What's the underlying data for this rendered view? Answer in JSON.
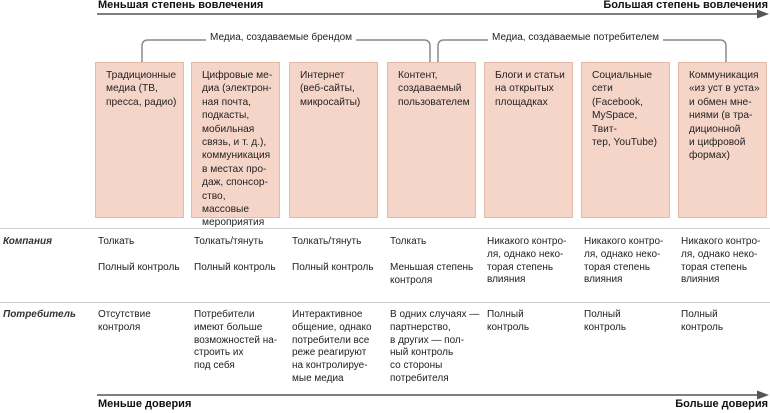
{
  "axis_top": {
    "left": "Меньшая степень вовлечения",
    "right": "Большая степень вовлечения"
  },
  "axis_bottom": {
    "left": "Меньше доверия",
    "right": "Больше доверия"
  },
  "brackets": {
    "brand": "Медиа, создаваемые брендом",
    "consumer": "Медиа, создаваемые потребителем"
  },
  "colors": {
    "cell_fill": "#f6d5c9",
    "cell_border": "#e4b9a8",
    "arrow": "#555555"
  },
  "columns": [
    {
      "lines": [
        "Традиционные",
        "медиа (ТВ,",
        "пресса, радио)"
      ]
    },
    {
      "lines": [
        "Цифровые ме-",
        "диа (электрон-",
        "ная почта,",
        "подкасты,",
        "мобильная",
        "связь, и т. д.),",
        "коммуникация",
        "в местах про-",
        "даж, спонсор-",
        "ство, массовые",
        "мероприятия"
      ]
    },
    {
      "lines": [
        "Интернет",
        "(веб-сайты,",
        "микросайты)"
      ]
    },
    {
      "lines": [
        "Контент,",
        "создаваемый",
        "пользователем"
      ]
    },
    {
      "lines": [
        "Блоги и статьи",
        "на открытых",
        "площадках"
      ]
    },
    {
      "lines": [
        "Социальные",
        "сети",
        "(Facebook,",
        "MySpace, Твит-",
        "тер, YouTube)"
      ]
    },
    {
      "lines": [
        "Коммуникация",
        "«из уст в уста»",
        "и обмен мне-",
        "ниями (в тра-",
        "диционной",
        "и цифровой",
        "формах)"
      ]
    }
  ],
  "rows": {
    "company": {
      "label": "Компания",
      "push": [
        [
          "Толкать"
        ],
        [
          "Толкать/тянуть"
        ],
        [
          "Толкать/тянуть"
        ],
        [
          "Толкать"
        ],
        [
          "Никакого контро-",
          "ля, однако неко-",
          "торая степень",
          "влияния"
        ],
        [
          "Никакого контро-",
          "ля, однако неко-",
          "торая степень",
          "влияния"
        ],
        [
          "Никакого контро-",
          "ля, однако неко-",
          "торая степень",
          "влияния"
        ]
      ],
      "control": [
        [
          "Полный контроль"
        ],
        [
          "Полный контроль"
        ],
        [
          "Полный контроль"
        ],
        [
          "Меньшая степень",
          "контроля"
        ],
        [],
        [],
        []
      ]
    },
    "consumer": {
      "label": "Потребитель",
      "cells": [
        [
          "Отсутствие",
          "контроля"
        ],
        [
          "Потребители",
          "имеют больше",
          "возможностей на-",
          "строить их",
          "под себя"
        ],
        [
          "Интерактивное",
          "общение, однако",
          "потребители все",
          "реже реагируют",
          "на контролируе-",
          "мые медиа"
        ],
        [
          "В одних случаях —",
          "партнерство,",
          "в других — пол-",
          "ный контроль",
          "со стороны",
          "потребителя"
        ],
        [
          "Полный",
          "контроль"
        ],
        [
          "Полный",
          "контроль"
        ],
        [
          "Полный",
          "контроль"
        ]
      ]
    }
  }
}
